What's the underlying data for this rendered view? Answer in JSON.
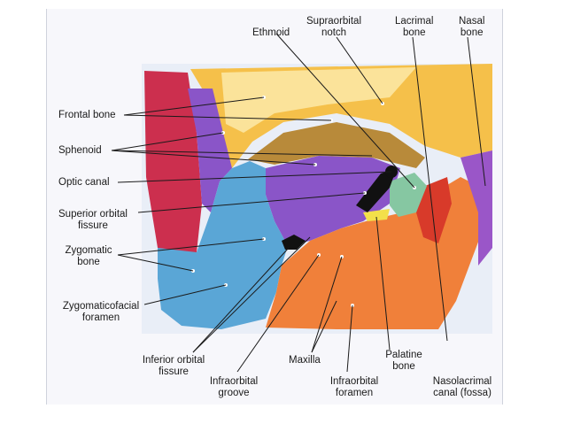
{
  "labels": {
    "ethmoid": "Ethmoid",
    "supraorbital_notch": [
      "Supraorbital",
      "notch"
    ],
    "lacrimal_bone": [
      "Lacrimal",
      "bone"
    ],
    "nasal_bone": [
      "Nasal",
      "bone"
    ],
    "frontal_bone": "Frontal bone",
    "sphenoid": "Sphenoid",
    "optic_canal": "Optic canal",
    "superior_orbital_fissure": [
      "Superior orbital",
      "fissure"
    ],
    "zygomatic_bone": [
      "Zygomatic",
      "bone"
    ],
    "zygomaticofacial_foramen": [
      "Zygomaticofacial",
      "foramen"
    ],
    "inferior_orbital_fissure": [
      "Inferior orbital",
      "fissure"
    ],
    "infraorbital_groove": [
      "Infraorbital",
      "groove"
    ],
    "maxilla": "Maxilla",
    "palatine_bone": [
      "Palatine",
      "bone"
    ],
    "infraorbital_foramen": [
      "Infraorbital",
      "foramen"
    ],
    "nasolacrimal_canal": [
      "Nasolacrimal",
      "canal (fossa)"
    ]
  },
  "colors": {
    "frontal": "#f5c04a",
    "frontal_light": "#fbe39a",
    "sphenoid": "#8a55c8",
    "zygomatic": "#5aa6d6",
    "maxilla": "#f0803a",
    "nasal": "#9a56c8",
    "lacrimal": "#d83a2a",
    "ethmoid": "#86c7a2",
    "temporal_red": "#cc2f4e",
    "palatine": "#f3e04a",
    "fissure": "#111111"
  }
}
